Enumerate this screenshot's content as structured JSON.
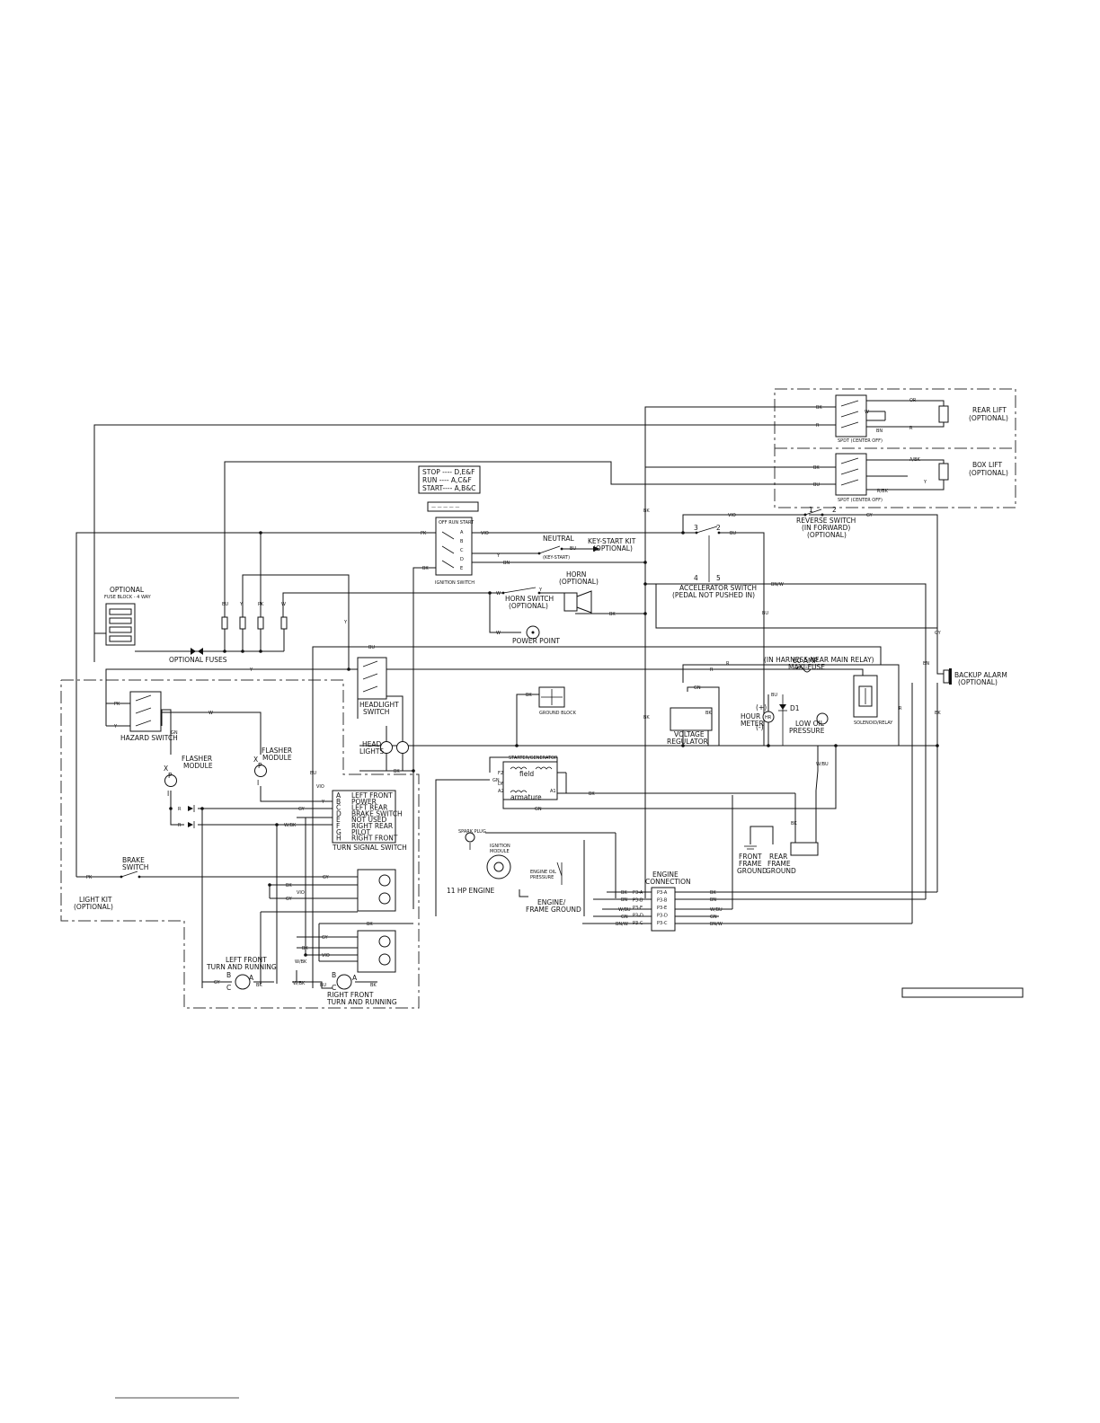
{
  "legend": {
    "lines": [
      "STOP ---- D,E&F",
      "RUN ---- A,C&F",
      "START---- A,B&C"
    ]
  },
  "labels": {
    "rear_lift": [
      "REAR LIFT",
      "(OPTIONAL)"
    ],
    "box_lift": [
      "BOX LIFT",
      "(OPTIONAL)"
    ],
    "reverse_switch": [
      "REVERSE SWITCH",
      "(IN FORWARD)",
      "(OPTIONAL)"
    ],
    "neutral": "NEUTRAL",
    "key_start": [
      "KEY-START KIT",
      "(OPTIONAL)"
    ],
    "horn": [
      "HORN",
      "(OPTIONAL)"
    ],
    "horn_switch": [
      "HORN SWITCH",
      "(OPTIONAL)"
    ],
    "power_point": "POWER POINT",
    "accelerator_switch": [
      "ACCELERATOR SWITCH",
      "(PEDAL NOT PUSHED IN)"
    ],
    "maxi_fuse": [
      "60 AMP",
      "MAXI-FUSE",
      "(IN HARNESS NEAR MAIN RELAY)"
    ],
    "backup_alarm": [
      "BACKUP ALARM",
      "(OPTIONAL)"
    ],
    "optional_fuse_block": "OPTIONAL",
    "optional_fuses": "OPTIONAL FUSES",
    "hazard_switch": "HAZARD SWITCH",
    "headlight_switch": [
      "HEADLIGHT",
      "SWITCH"
    ],
    "ignition_switch": "IGNITION SWITCH",
    "ground_block": "GROUND BLOCK",
    "voltage_regulator": [
      "VOLTAGE",
      "REGULATOR"
    ],
    "hour_meter": [
      "HOUR",
      "METER"
    ],
    "low_oil": [
      "LOW OIL",
      "PRESSURE"
    ],
    "d1": "D1",
    "head_lights": [
      "HEAD",
      "LIGHTS"
    ],
    "flasher_module": [
      "FLASHER",
      "MODULE"
    ],
    "starter_generator": "STARTER/GENERATOR",
    "field": "field",
    "armature": "armature",
    "spark_plug": "SPARK PLUG",
    "ignition_module": [
      "IGNITION",
      "MODULE"
    ],
    "engine_oil_pressure": [
      "ENGINE OIL",
      "PRESSURE"
    ],
    "engine": "11 HP ENGINE",
    "engine_frame_ground": [
      "ENGINE/",
      "FRAME GROUND"
    ],
    "engine_connection": [
      "ENGINE",
      "CONNECTION"
    ],
    "front_frame_ground": [
      "FRONT",
      "FRAME",
      "GROUND"
    ],
    "rear_frame_ground": [
      "REAR",
      "FRAME",
      "GROUND"
    ],
    "brake_switch": [
      "BRAKE",
      "SWITCH"
    ],
    "light_kit": [
      "LIGHT KIT",
      "(OPTIONAL)"
    ],
    "turn_signal_switch": "TURN SIGNAL SWITCH",
    "left_front": [
      "LEFT FRONT",
      "TURN AND RUNNING"
    ],
    "right_front": [
      "RIGHT FRONT",
      "TURN AND RUNNING"
    ]
  },
  "turn_signal_pins": [
    {
      "pin": "A",
      "label": "LEFT FRONT"
    },
    {
      "pin": "B",
      "label": "POWER"
    },
    {
      "pin": "C",
      "label": "LEFT REAR"
    },
    {
      "pin": "D",
      "label": "BRAKE SWITCH"
    },
    {
      "pin": "E",
      "label": "NOT USED"
    },
    {
      "pin": "F",
      "label": "RIGHT REAR"
    },
    {
      "pin": "G",
      "label": "PILOT"
    },
    {
      "pin": "H",
      "label": "RIGHT FRONT"
    }
  ],
  "engine_pins": [
    "P3-A",
    "P3-B",
    "P3-E",
    "P3-D",
    "P3-C"
  ],
  "wire_colors": {
    "bk": "BK",
    "r": "R",
    "bu": "BU",
    "y": "Y",
    "pk": "PK",
    "w": "W",
    "vio": "VIO",
    "gy": "GY",
    "bn": "BN",
    "gn": "GN",
    "wbk": "W/BK",
    "wbu": "W/BU",
    "bnw": "BN/W",
    "abk": "A/BK",
    "rbk": "R/BK",
    "or": "OR"
  }
}
